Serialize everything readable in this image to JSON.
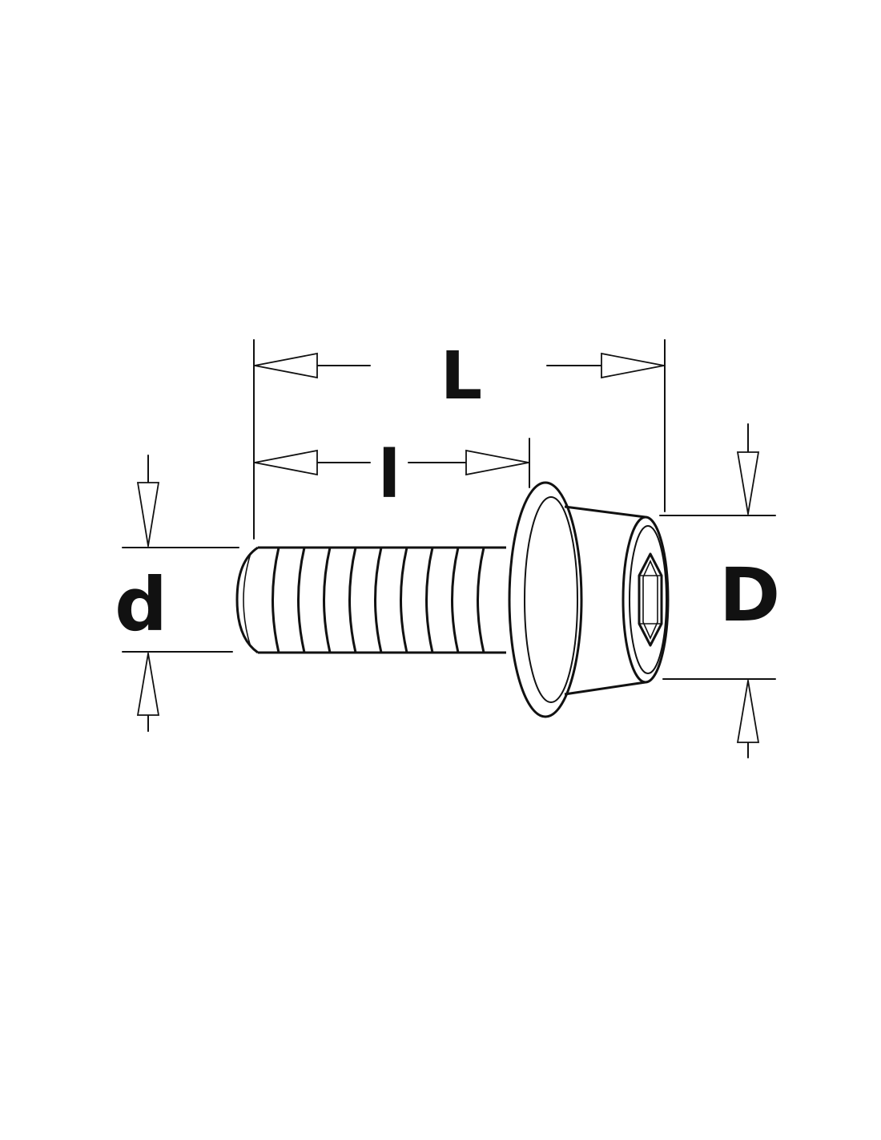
{
  "labels": {
    "overall_length": "L",
    "thread_length": "l",
    "thread_diameter": "d",
    "head_diameter": "D"
  },
  "colors": {
    "line": "#111111",
    "background": "#ffffff"
  }
}
